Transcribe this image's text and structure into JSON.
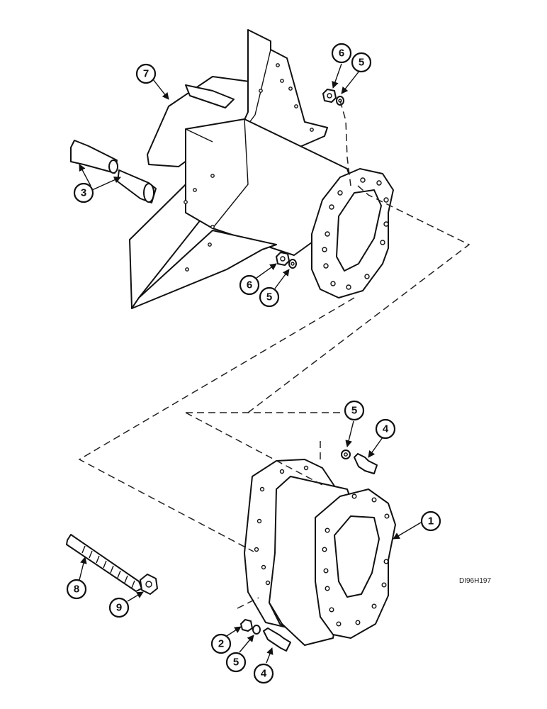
{
  "diagram": {
    "drawing_ref": "DI96H197",
    "callouts": [
      {
        "id": "c7",
        "label": "7"
      },
      {
        "id": "c6a",
        "label": "6"
      },
      {
        "id": "c5a",
        "label": "5"
      },
      {
        "id": "c3",
        "label": "3"
      },
      {
        "id": "c6b",
        "label": "6"
      },
      {
        "id": "c5b",
        "label": "5"
      },
      {
        "id": "c5c",
        "label": "5"
      },
      {
        "id": "c4a",
        "label": "4"
      },
      {
        "id": "c1",
        "label": "1"
      },
      {
        "id": "c8",
        "label": "8"
      },
      {
        "id": "c9",
        "label": "9"
      },
      {
        "id": "c2",
        "label": "2"
      },
      {
        "id": "c5d",
        "label": "5"
      },
      {
        "id": "c4b",
        "label": "4"
      }
    ]
  }
}
